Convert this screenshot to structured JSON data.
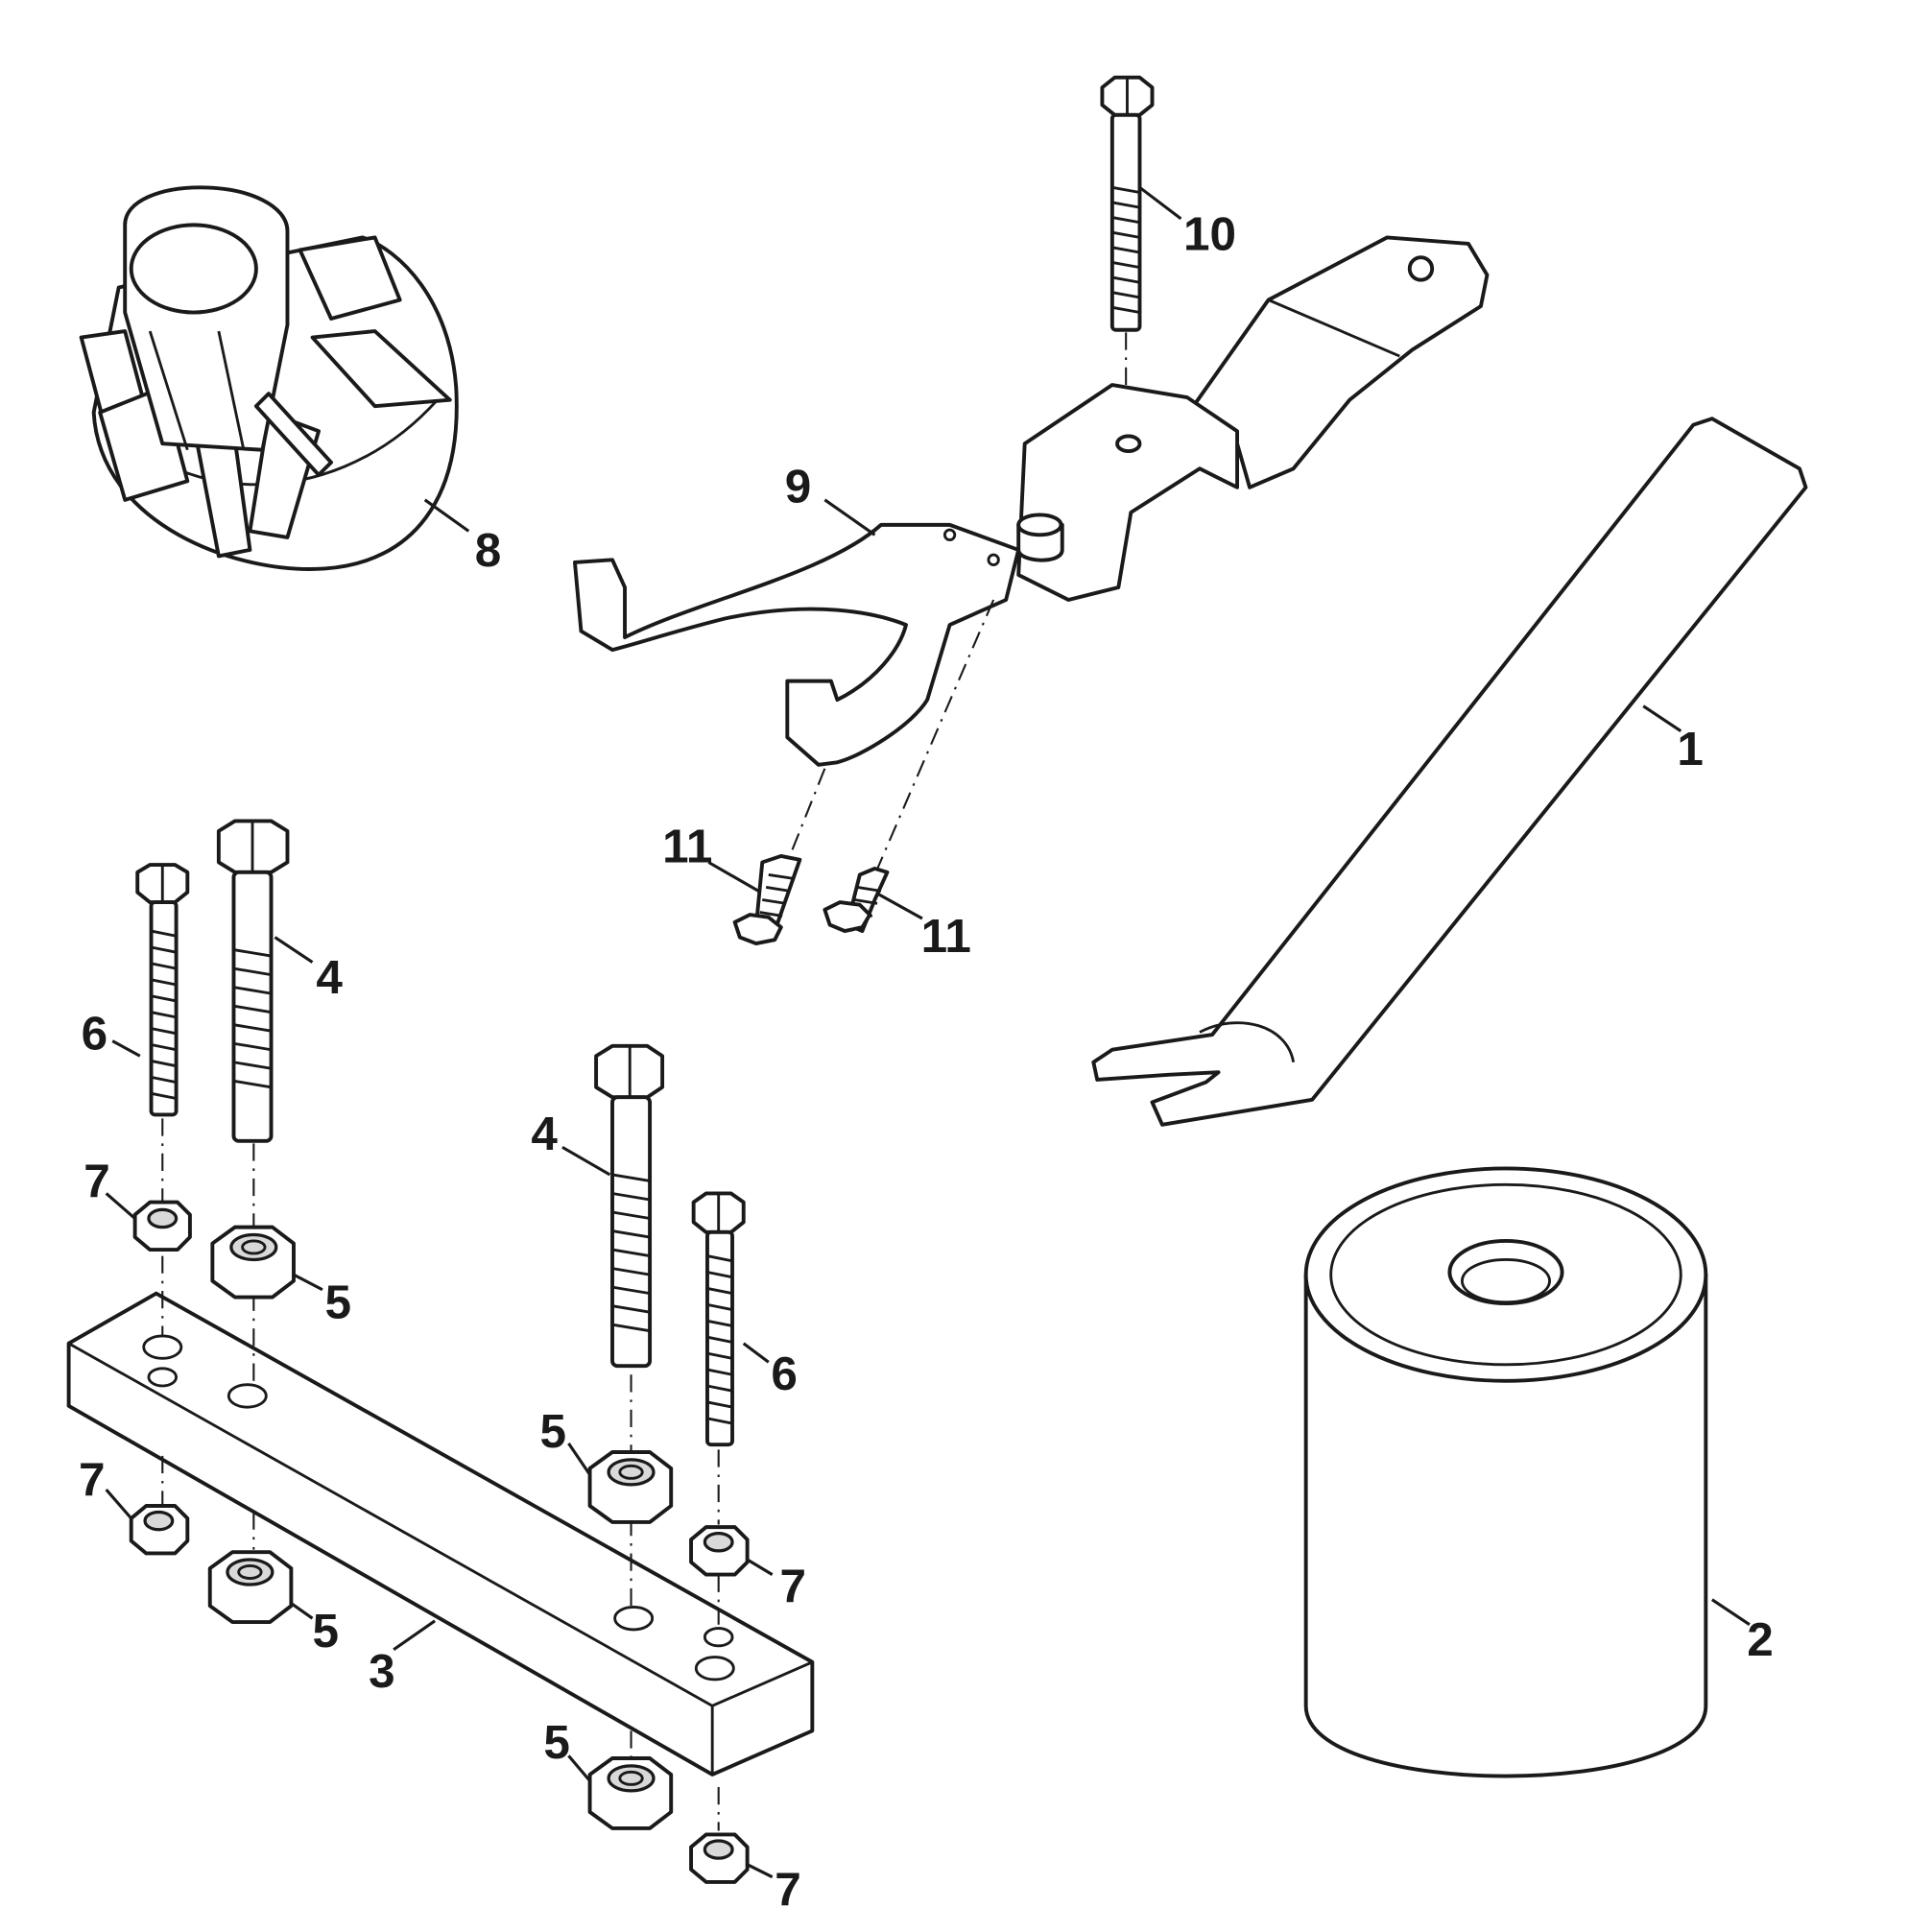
{
  "diagram": {
    "callouts": [
      {
        "id": "callout-1",
        "label": "1"
      },
      {
        "id": "callout-2",
        "label": "2"
      },
      {
        "id": "callout-3",
        "label": "3"
      },
      {
        "id": "callout-4a",
        "label": "4"
      },
      {
        "id": "callout-4b",
        "label": "4"
      },
      {
        "id": "callout-5a",
        "label": "5"
      },
      {
        "id": "callout-5b",
        "label": "5"
      },
      {
        "id": "callout-5c",
        "label": "5"
      },
      {
        "id": "callout-5d",
        "label": "5"
      },
      {
        "id": "callout-6a",
        "label": "6"
      },
      {
        "id": "callout-6b",
        "label": "6"
      },
      {
        "id": "callout-7a",
        "label": "7"
      },
      {
        "id": "callout-7b",
        "label": "7"
      },
      {
        "id": "callout-7c",
        "label": "7"
      },
      {
        "id": "callout-7d",
        "label": "7"
      },
      {
        "id": "callout-8",
        "label": "8"
      },
      {
        "id": "callout-9",
        "label": "9"
      },
      {
        "id": "callout-10",
        "label": "10"
      },
      {
        "id": "callout-11a",
        "label": "11"
      },
      {
        "id": "callout-11b",
        "label": "11"
      }
    ]
  }
}
